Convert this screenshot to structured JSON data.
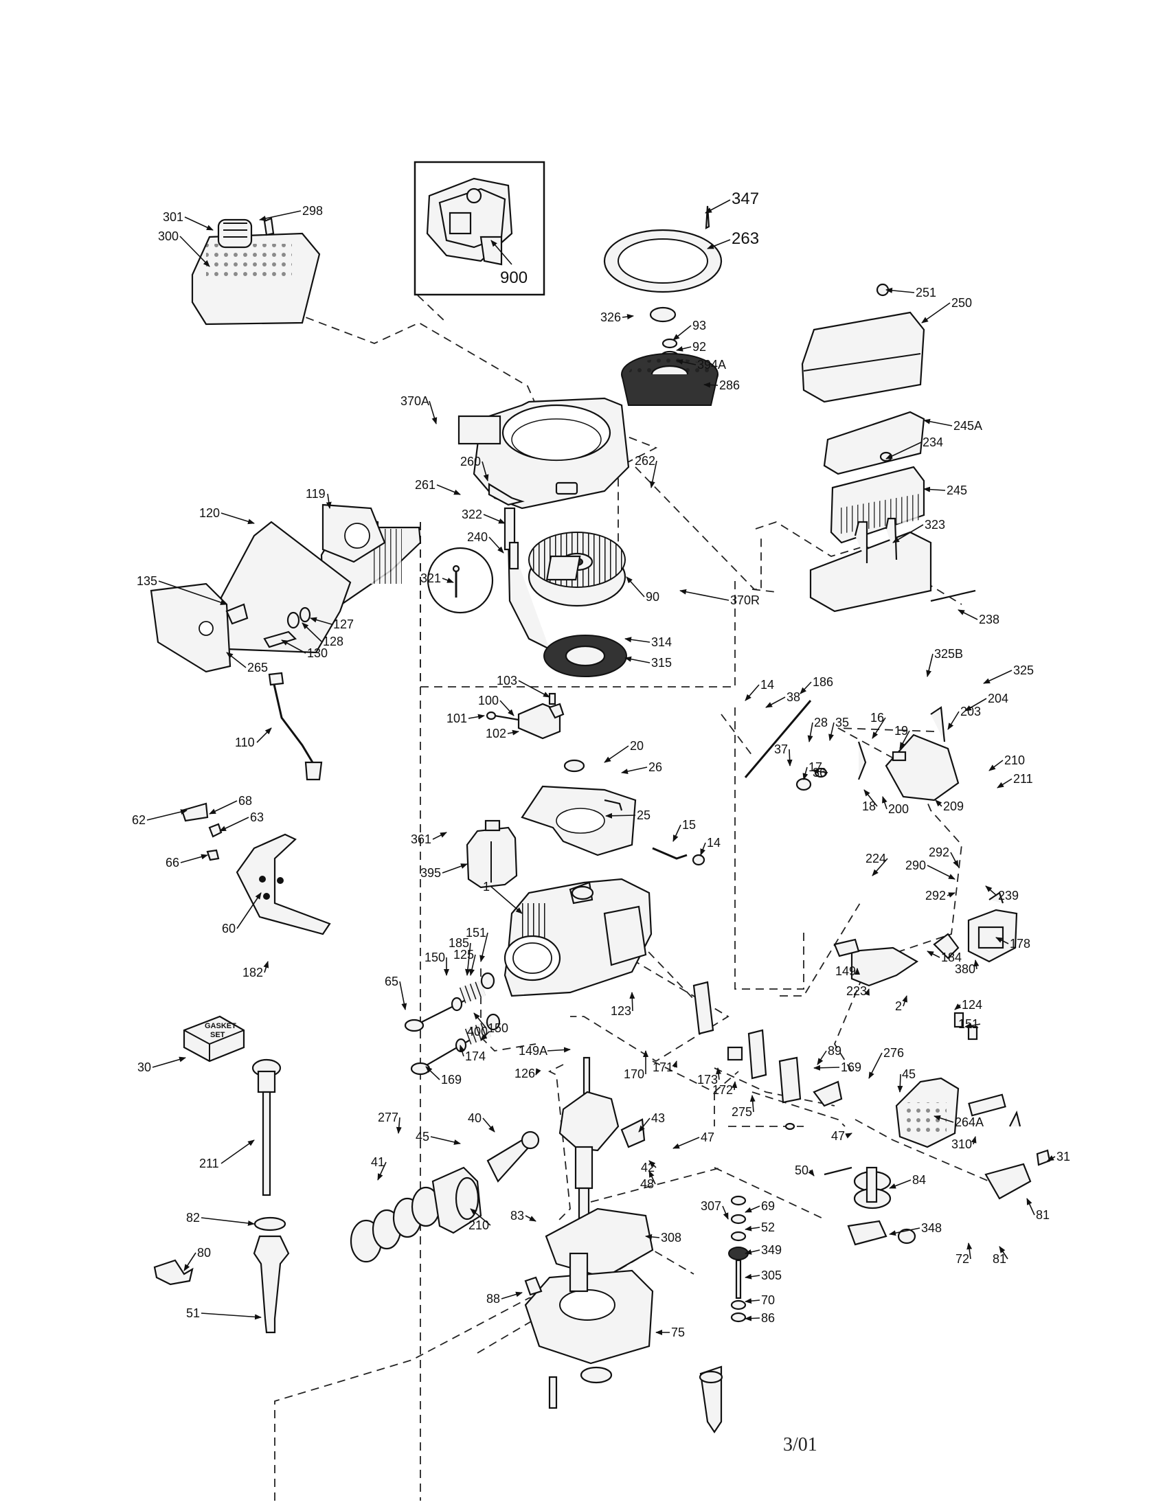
{
  "inset_label": "900",
  "gasket_set_text": [
    "GASKET",
    "SET"
  ],
  "date_code": "3/01",
  "labels": [
    "301",
    "298",
    "300",
    "347",
    "263",
    "251",
    "250",
    "326",
    "93",
    "92",
    "394A",
    "286",
    "370A",
    "245A",
    "234",
    "262",
    "260",
    "261",
    "245",
    "119",
    "120",
    "322",
    "323",
    "240",
    "321",
    "90",
    "370R",
    "238",
    "135",
    "127",
    "128",
    "130",
    "265",
    "314",
    "315",
    "325B",
    "325",
    "103",
    "100",
    "186",
    "14",
    "38",
    "204",
    "203",
    "16",
    "101",
    "28",
    "35",
    "19",
    "102",
    "20",
    "26",
    "37",
    "17",
    "36",
    "210",
    "211",
    "110",
    "18",
    "200",
    "209",
    "25",
    "68",
    "62",
    "63",
    "15",
    "14",
    "361",
    "66",
    "395",
    "292",
    "290",
    "292",
    "239",
    "1",
    "224",
    "178",
    "151",
    "184",
    "380",
    "60",
    "185",
    "149",
    "150",
    "125",
    "65",
    "182",
    "223",
    "2",
    "123",
    "124",
    "151",
    "150",
    "400",
    "30",
    "149A",
    "174",
    "89",
    "126",
    "169",
    "170",
    "171",
    "173",
    "169",
    "172",
    "275",
    "276",
    "45",
    "40",
    "43",
    "277",
    "45",
    "264A",
    "47",
    "47",
    "310",
    "42",
    "48",
    "211",
    "41",
    "50",
    "31",
    "210",
    "84",
    "83",
    "81",
    "307",
    "69",
    "52",
    "82",
    "308",
    "348",
    "349",
    "80",
    "72",
    "81",
    "305",
    "88",
    "70",
    "51",
    "86",
    "75"
  ]
}
